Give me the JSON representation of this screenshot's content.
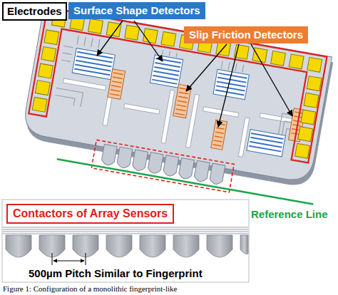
{
  "diagram": {
    "caption": "Figure 1: Configuration of a monolithic fingerprint-like",
    "nodes": [
      {
        "text": [
          "Electrodes"
        ]
      },
      {
        "text": [
          "Surface Shape Detectors"
        ]
      },
      {
        "text": [
          "Slip Friction Detectors"
        ]
      },
      {
        "text": [
          "Contactors of Array Sensors"
        ]
      }
    ],
    "labels": [
      "Reference Line",
      "500µm Pitch Similar to Fingerprint"
    ]
  }
}
